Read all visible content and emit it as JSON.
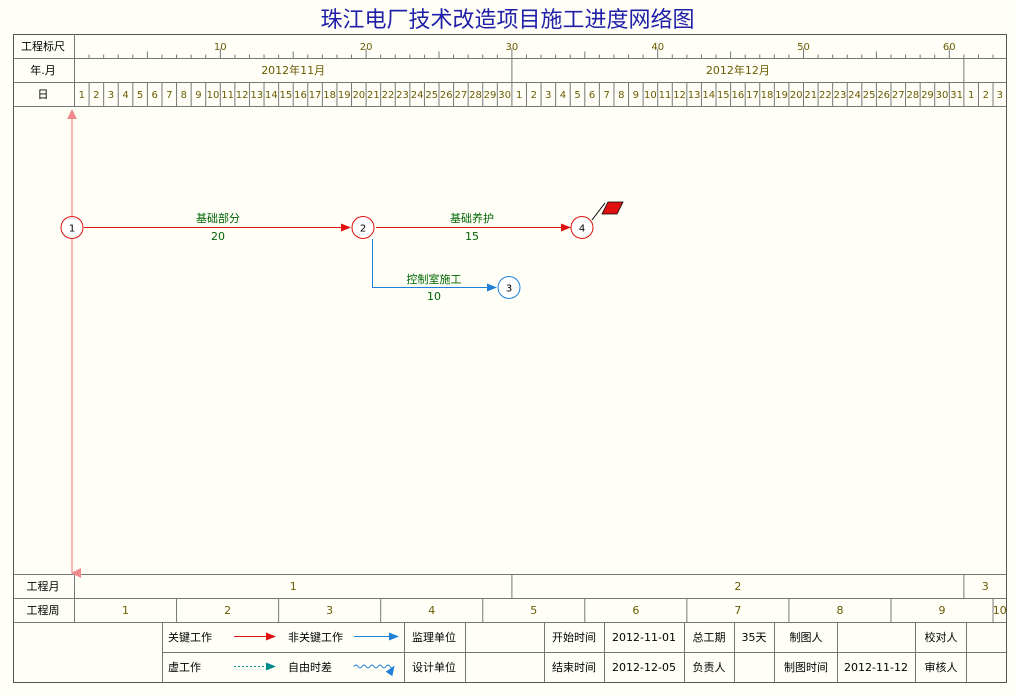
{
  "title": "珠江电厂技术改造项目施工进度网络图",
  "rows": {
    "scale": "工程标尺",
    "yearmonth": "年.月",
    "day": "日",
    "month_row": "工程月",
    "week_row": "工程周"
  },
  "scale_ticks": [
    "10",
    "20",
    "30",
    "40",
    "50",
    "60"
  ],
  "months": [
    "2012年11月",
    "2012年12月"
  ],
  "nov_days": 30,
  "dec_days": 31,
  "jan_days_visible": 3,
  "project_months": [
    "1",
    "2",
    "3"
  ],
  "project_weeks": [
    "1",
    "2",
    "3",
    "4",
    "5",
    "6",
    "7",
    "8",
    "9",
    "10"
  ],
  "nodes": [
    {
      "id": "1",
      "type": "critical"
    },
    {
      "id": "2",
      "type": "critical"
    },
    {
      "id": "3",
      "type": "noncritical"
    },
    {
      "id": "4",
      "type": "critical"
    }
  ],
  "activities": [
    {
      "name": "基础部分",
      "duration": "20",
      "type": "critical"
    },
    {
      "name": "基础养护",
      "duration": "15",
      "type": "critical"
    },
    {
      "name": "控制室施工",
      "duration": "10",
      "type": "noncritical"
    }
  ],
  "legend": {
    "critical": "关键工作",
    "noncritical": "非关键工作",
    "dummy": "虚工作",
    "free_float": "自由时差"
  },
  "footer": {
    "supervisor_label": "监理单位",
    "designer_label": "设计单位",
    "start_label": "开始时间",
    "start_value": "2012-11-01",
    "end_label": "结束时间",
    "end_value": "2012-12-05",
    "total_label": "总工期",
    "total_value": "35天",
    "manager_label": "负责人",
    "drawer_label": "制图人",
    "drawtime_label": "制图时间",
    "drawtime_value": "2012-11-12",
    "checker_label": "校对人",
    "auditor_label": "审核人"
  },
  "colors": {
    "critical": "#e01010",
    "noncritical": "#1e7fd8",
    "dummy": "#008b8b",
    "label_text": "#006400",
    "scale_text": "#6b5a00",
    "grid": "#555555",
    "title": "#1f1fa8"
  }
}
